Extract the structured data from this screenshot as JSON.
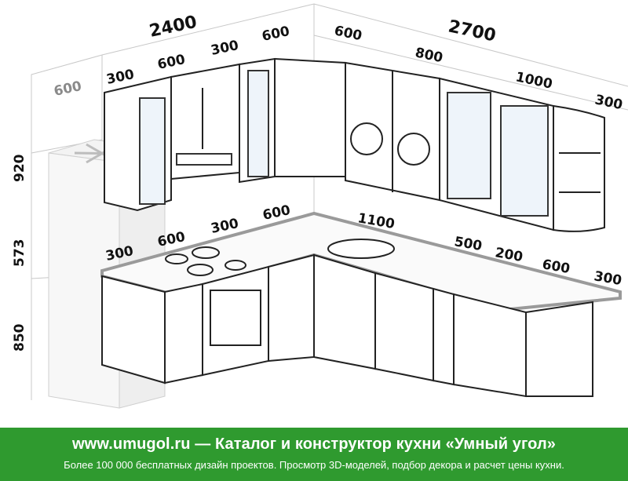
{
  "dimensions": {
    "wall_left_total": "2400",
    "wall_right_total": "2700",
    "upper_left": [
      "600",
      "300",
      "600",
      "300",
      "600"
    ],
    "upper_right": [
      "600",
      "800",
      "1000",
      "300"
    ],
    "lower_left": [
      "300",
      "600",
      "300",
      "600"
    ],
    "lower_right": [
      "1100",
      "500",
      "200",
      "600",
      "300"
    ],
    "heights": [
      "920",
      "573",
      "850"
    ]
  },
  "footer": {
    "headline": "www.umugol.ru  —  Каталог и конструктор кухни «Умный угол»",
    "subline": "Более 100 000 бесплатных дизайн проектов. Просмотр 3D-моделей, подбор декора и расчет цены кухни."
  },
  "colors": {
    "footer_bg": "#2f9a2f",
    "text": "#111111",
    "counter_edge": "#9a9a9a"
  }
}
